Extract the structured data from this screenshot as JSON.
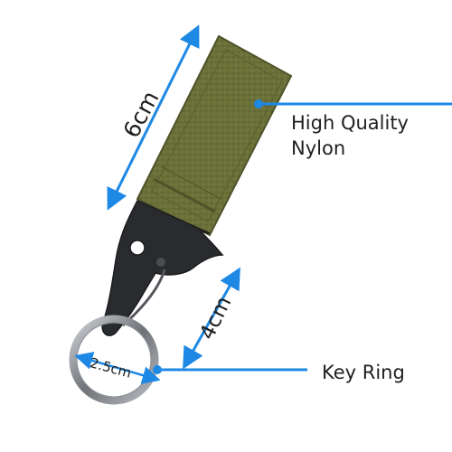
{
  "labels": {
    "high_quality_line1": "High Quality",
    "high_quality_line2": "Nylon",
    "key_ring": "Key Ring"
  },
  "dimensions": {
    "strap_length": "6cm",
    "hook_length": "4cm",
    "ring_diameter": "2.5cm"
  },
  "colors": {
    "nylon_strap": "#6b7138",
    "metal_hook": "#2a2b2e",
    "arrow_blue": "#1e88e5",
    "text": "#1f1f1f"
  }
}
